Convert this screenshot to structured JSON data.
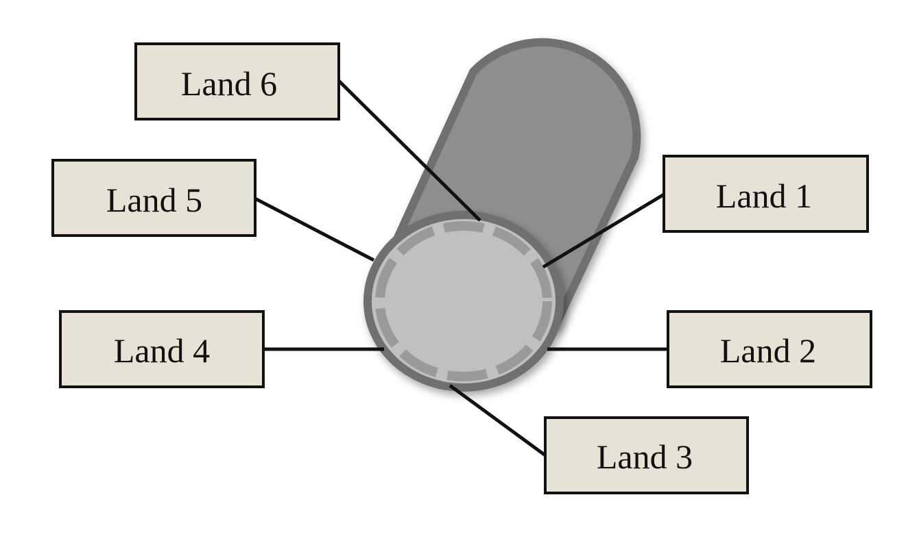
{
  "diagram": {
    "labels": {
      "land1": "Land 1",
      "land2": "Land 2",
      "land3": "Land 3",
      "land4": "Land 4",
      "land5": "Land 5",
      "land6": "Land 6"
    },
    "colors": {
      "cylinder_body": "#8e8e8e",
      "cylinder_outline": "#6f6f6f",
      "end_cap_fill": "#c0c0c0",
      "land_segments": "#9a9a9a",
      "label_fill": "#e6e3d6",
      "line": "#111111"
    }
  }
}
